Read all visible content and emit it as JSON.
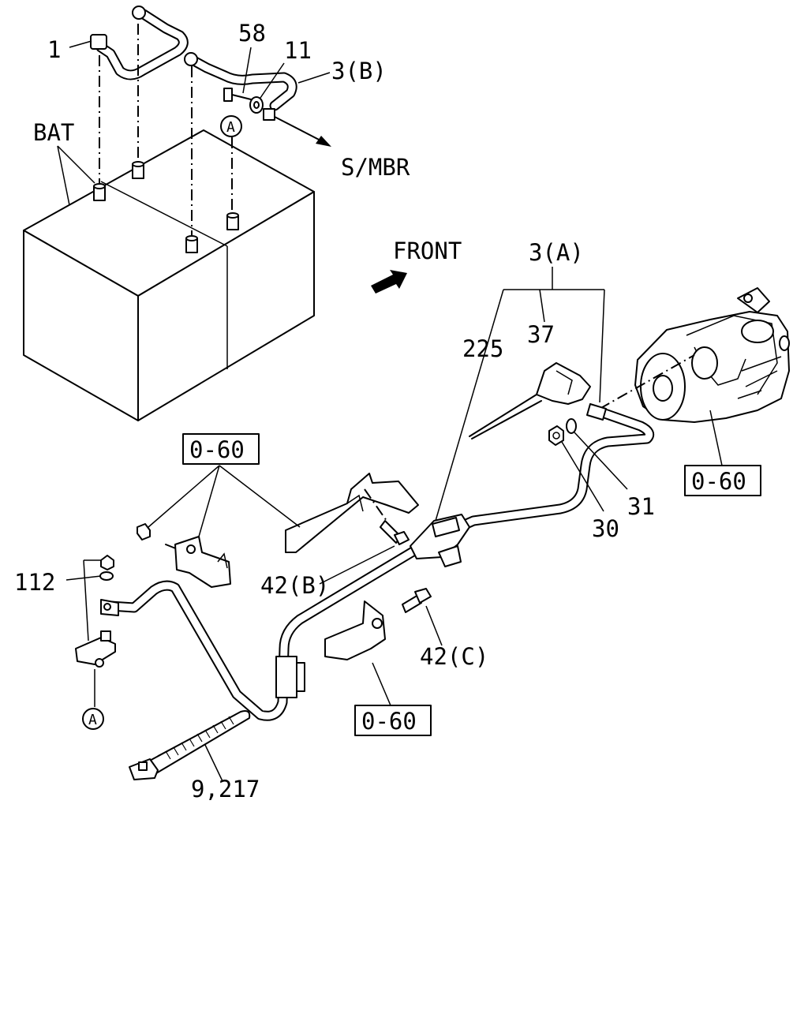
{
  "labels": {
    "part_1": "1",
    "part_58": "58",
    "part_11": "11",
    "part_3b": "3(B)",
    "bat": "BAT",
    "s_mbr": "S/MBR",
    "front": "FRONT",
    "part_3a": "3(A)",
    "part_225": "225",
    "part_37": "37",
    "part_30": "30",
    "part_31": "31",
    "part_42b": "42(B)",
    "part_42c": "42(C)",
    "part_112": "112",
    "part_9_217": "9,217"
  },
  "refs": {
    "ref_top_left": "0-60",
    "ref_starter": "0-60",
    "ref_bottom": "0-60"
  },
  "markers": {
    "a_top": "A",
    "a_bottom": "A"
  }
}
